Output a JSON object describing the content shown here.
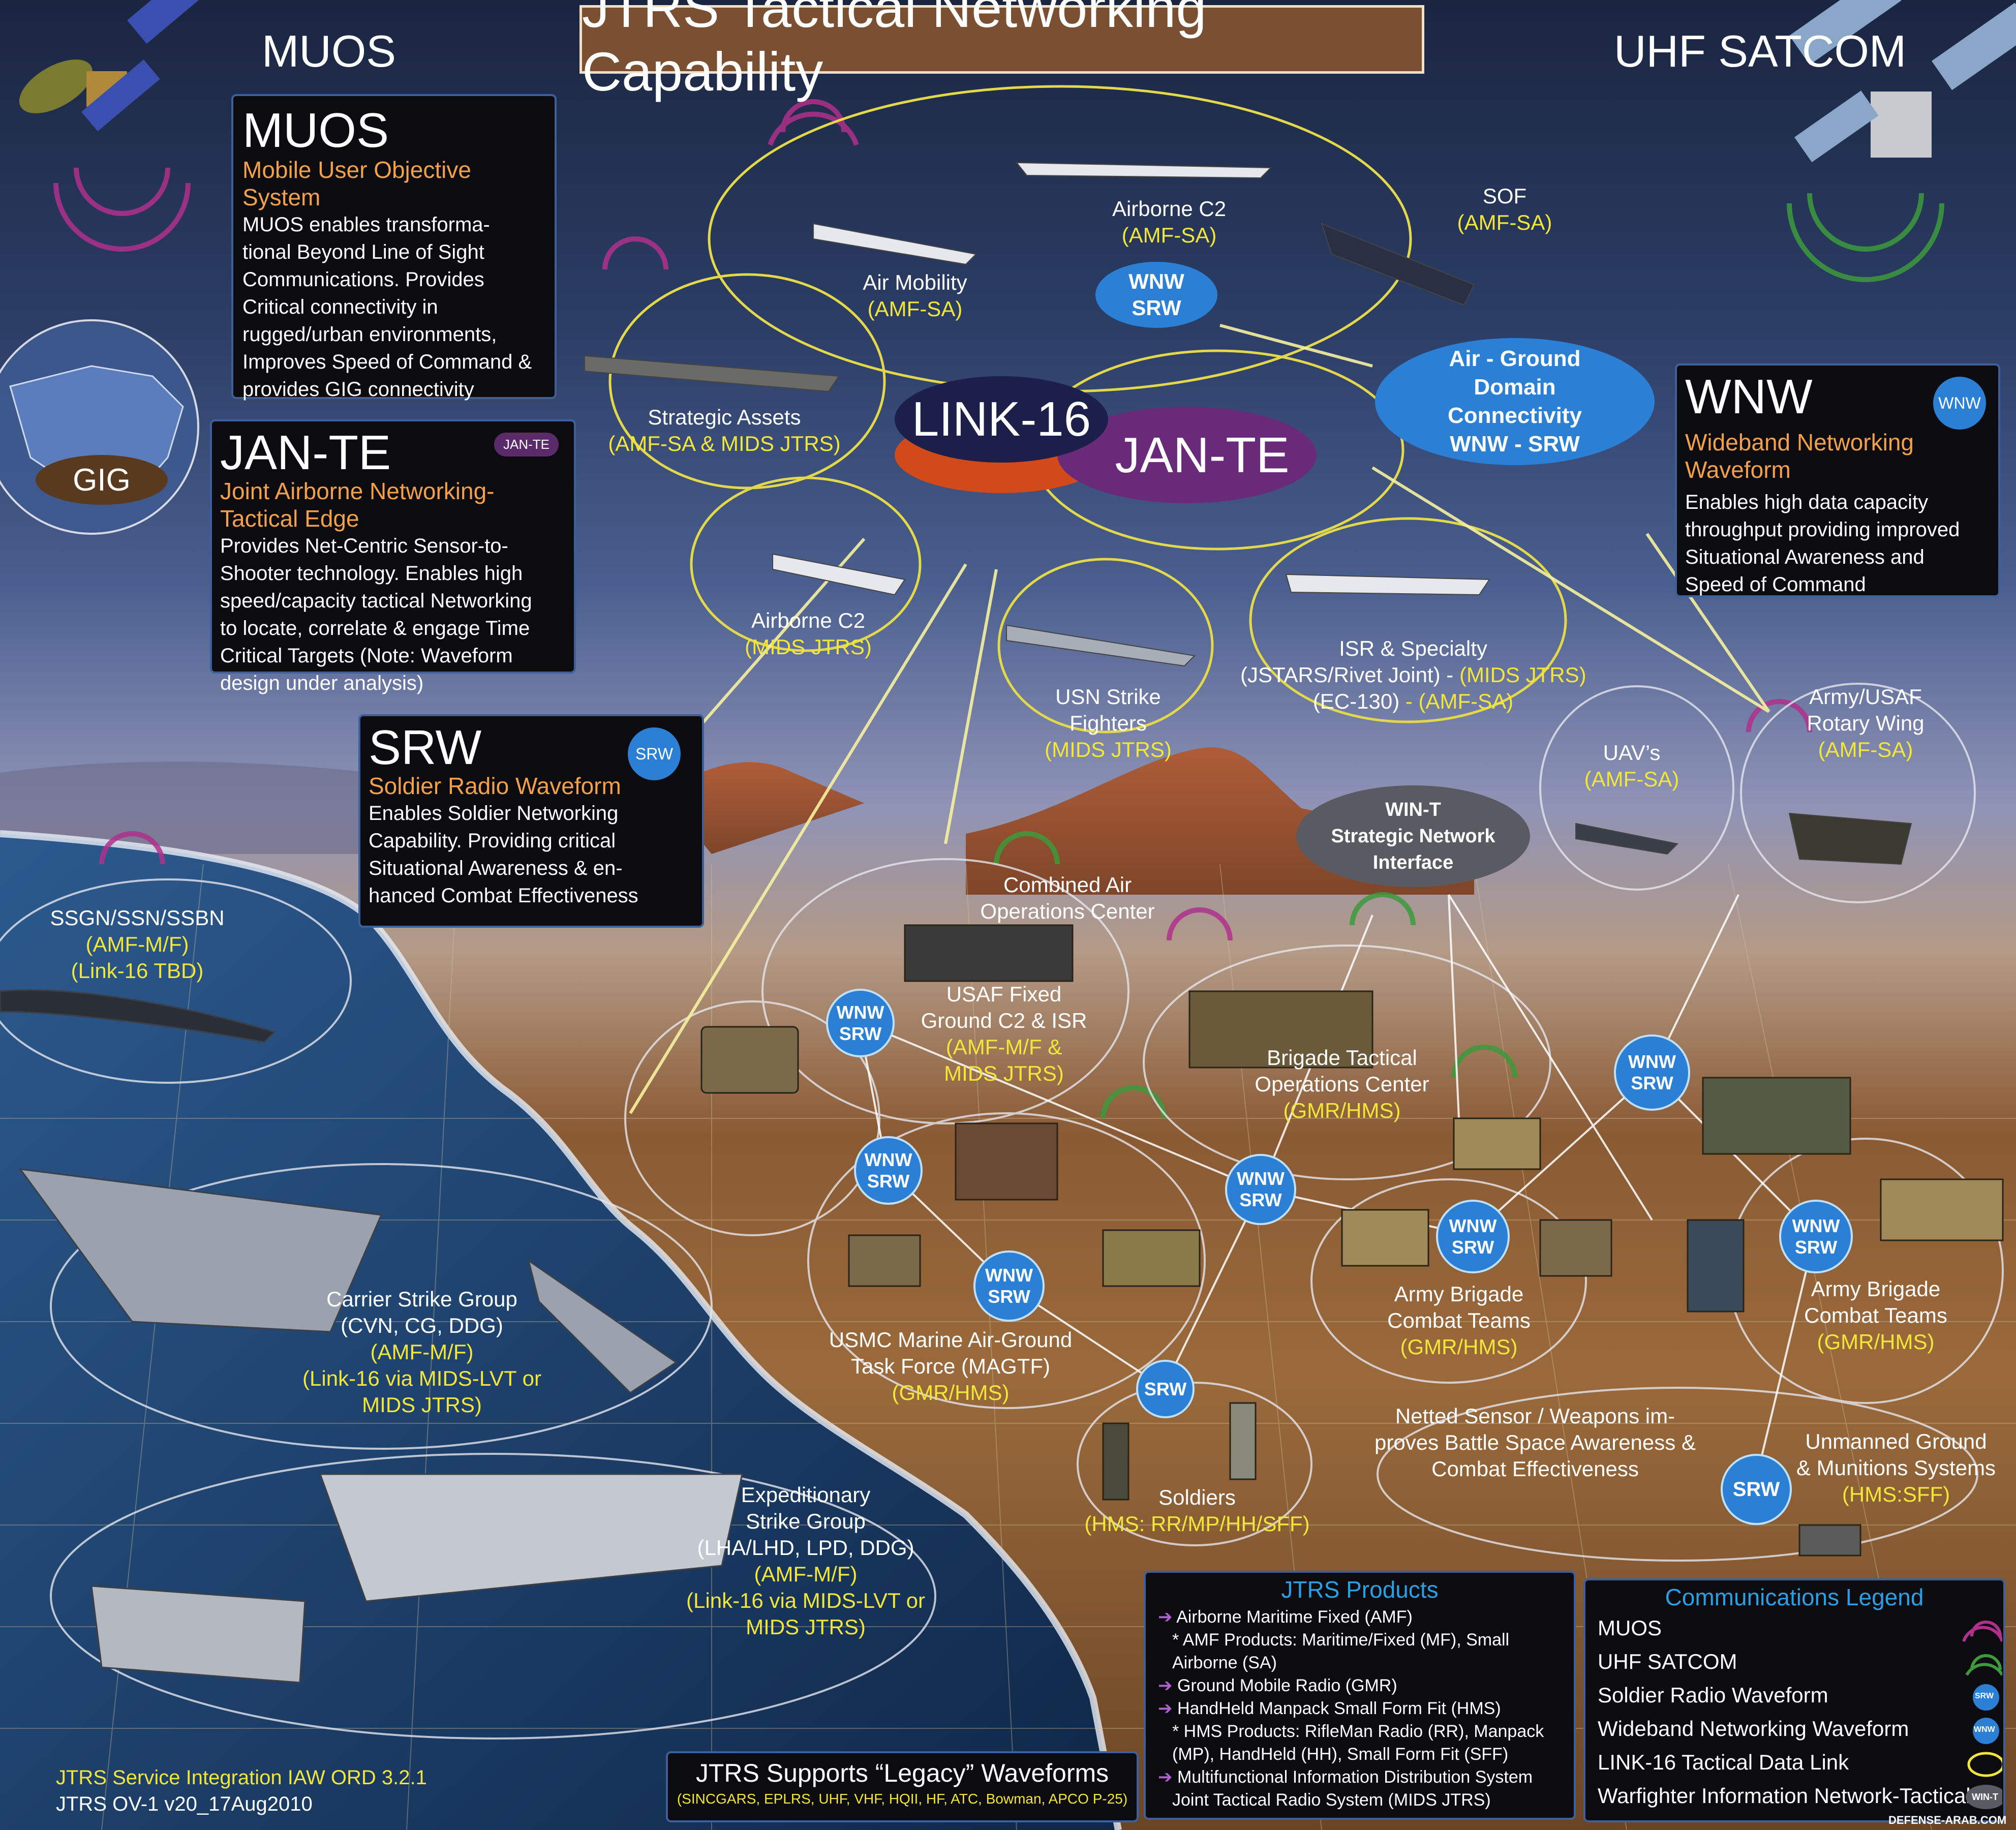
{
  "title": "JTRS Tactical Networking Capability",
  "corner_labels": {
    "muos": "MUOS",
    "uhf_satcom": "UHF SATCOM",
    "gig": "GIG"
  },
  "panels": {
    "muos": {
      "heading": "MUOS",
      "subtitle": "Mobile User Objective System",
      "lines": [
        "MUOS enables transforma-",
        "tional Beyond Line of Sight",
        "Communications. Provides",
        "Critical connectivity in",
        "rugged/urban environments,",
        "Improves Speed of Command &",
        "provides GIG connectivity"
      ]
    },
    "jante": {
      "heading": "JAN-TE",
      "badge": "JAN-TE",
      "subtitle": "Joint Airborne Networking-Tactical Edge",
      "lines": [
        "Provides Net-Centric Sensor-to-",
        "Shooter technology. Enables high",
        "speed/capacity tactical Networking",
        "to locate, correlate & engage Time",
        "Critical Targets (Note: Waveform",
        "design under analysis)"
      ]
    },
    "srw": {
      "heading": "SRW",
      "badge": "SRW",
      "subtitle": "Soldier Radio Waveform",
      "lines": [
        "Enables Soldier Networking",
        "Capability. Providing critical",
        "Situational Awareness & en-",
        "hanced Combat Effectiveness"
      ]
    },
    "wnw": {
      "heading": "WNW",
      "badge": "WNW",
      "subtitle": "Wideband Networking Waveform",
      "lines": [
        "Enables high data capacity",
        "throughput providing improved",
        "Situational Awareness and",
        "Speed of Command"
      ]
    }
  },
  "center": {
    "link16": "LINK-16",
    "jante": "JAN-TE"
  },
  "air_ground": [
    "Air - Ground",
    "Domain",
    "Connectivity",
    "WNW - SRW"
  ],
  "wint": [
    "WIN-T",
    "Strategic Network",
    "Interface"
  ],
  "platforms": {
    "airborne_c2_top": {
      "name": "Airborne C2",
      "radio": "(AMF-SA)"
    },
    "sof": {
      "name": "SOF",
      "radio": "(AMF-SA)"
    },
    "air_mobility": {
      "name": "Air Mobility",
      "radio": "(AMF-SA)"
    },
    "strategic_assets": {
      "name": "Strategic Assets",
      "radio": "(AMF-SA & MIDS JTRS)"
    },
    "airborne_c2_mids": {
      "name": "Airborne C2",
      "radio": "(MIDS JTRS)"
    },
    "usn_strike": {
      "name": "USN Strike",
      "name2": "Fighters",
      "radio": "(MIDS JTRS)"
    },
    "isr": {
      "name": "ISR & Specialty",
      "line2a": "(JSTARS/Rivet Joint) - ",
      "line2b": "(MIDS JTRS)",
      "line3a": "(EC-130)",
      "line3b": " - (AMF-SA)"
    },
    "uavs": {
      "name": "UAV’s",
      "radio": "(AMF-SA)"
    },
    "rotary": {
      "name": "Army/USAF",
      "name2": "Rotary Wing",
      "radio": "(AMF-SA)"
    },
    "ssgn": {
      "name": "SSGN/SSN/SSBN",
      "radio": "(AMF-M/F)",
      "radio2": "(Link-16 TBD)"
    },
    "caoc": {
      "name": "Combined Air",
      "name2": "Operations Center"
    },
    "usaf_fixed": {
      "name": "USAF Fixed",
      "name2": "Ground C2 & ISR",
      "radio": "(AMF-M/F &",
      "radio2": "MIDS JTRS)"
    },
    "btoc": {
      "name": "Brigade Tactical",
      "name2": "Operations Center",
      "radio": "(GMR/HMS)"
    },
    "carrier": {
      "name": "Carrier Strike Group",
      "name2": "(CVN, CG,  DDG)",
      "radio": "(AMF-M/F)",
      "radio2": "(Link-16 via MIDS-LVT or",
      "radio3": "MIDS JTRS)"
    },
    "usmc": {
      "name": "USMC Marine Air-Ground",
      "name2": "Task Force (MAGTF)",
      "radio": "(GMR/HMS)"
    },
    "abct1": {
      "name": "Army Brigade",
      "name2": "Combat Teams",
      "radio": "(GMR/HMS)"
    },
    "abct2": {
      "name": "Army Brigade",
      "name2": "Combat Teams",
      "radio": "(GMR/HMS)"
    },
    "soldiers": {
      "name": "Soldiers",
      "radio": "(HMS: RR/MP/HH/SFF)"
    },
    "netted": {
      "l1": "Netted Sensor / Weapons im-",
      "l2": "proves Battle Space Awareness &",
      "l3": "Combat Effectiveness"
    },
    "unmanned": {
      "name": "Unmanned Ground",
      "name2": "& Munitions Systems",
      "radio": "(HMS:SFF)"
    },
    "esg": {
      "name": "Expeditionary",
      "name2": "Strike Group",
      "name3": "(LHA/LHD, LPD, DDG)",
      "radio": "(AMF-M/F)",
      "radio2": "(Link-16 via MIDS-LVT or",
      "radio3": "MIDS JTRS)"
    }
  },
  "nodes": {
    "wnw": "WNW",
    "srw": "SRW"
  },
  "products": {
    "title": "JTRS Products",
    "items": [
      "Airborne Maritime Fixed (AMF)",
      "* AMF Products: Maritime/Fixed (MF), Small",
      "Airborne (SA)",
      "Ground Mobile Radio (GMR)",
      "HandHeld Manpack Small Form Fit (HMS)",
      "* HMS Products: RifleMan Radio (RR), Manpack",
      "(MP),  HandHeld (HH), Small Form Fit (SFF)",
      "Multifunctional Information Distribution System",
      "Joint Tactical Radio System (MIDS JTRS)"
    ]
  },
  "legend": {
    "title": "Communications Legend",
    "items": [
      "MUOS",
      "UHF SATCOM",
      "Soldier Radio Waveform",
      "Wideband Networking Waveform",
      "LINK-16 Tactical Data Link",
      "Warfighter Information Network-Tactical"
    ],
    "icons": {
      "srw": "SRW",
      "wnw": "WNW",
      "wint": "WIN-T"
    }
  },
  "legacy": {
    "title": "JTRS Supports “Legacy” Waveforms",
    "list": "(SINCGARS, EPLRS, UHF, VHF, HQII, HF, ATC, Bowman, APCO P-25)"
  },
  "footer": {
    "line1": "JTRS Service Integration IAW ORD 3.2.1",
    "line2": "JTRS OV-1 v20_17Aug2010"
  },
  "watermark": "DEFENSE-ARAB.COM",
  "colors": {
    "yellow": "#f2e63a",
    "orange": "#f2a04a",
    "blue_node": "#2b7fd4",
    "title_bg": "#7a4f32",
    "muos_ring": "#b0308c",
    "uhf_ring": "#3c9a3c"
  }
}
